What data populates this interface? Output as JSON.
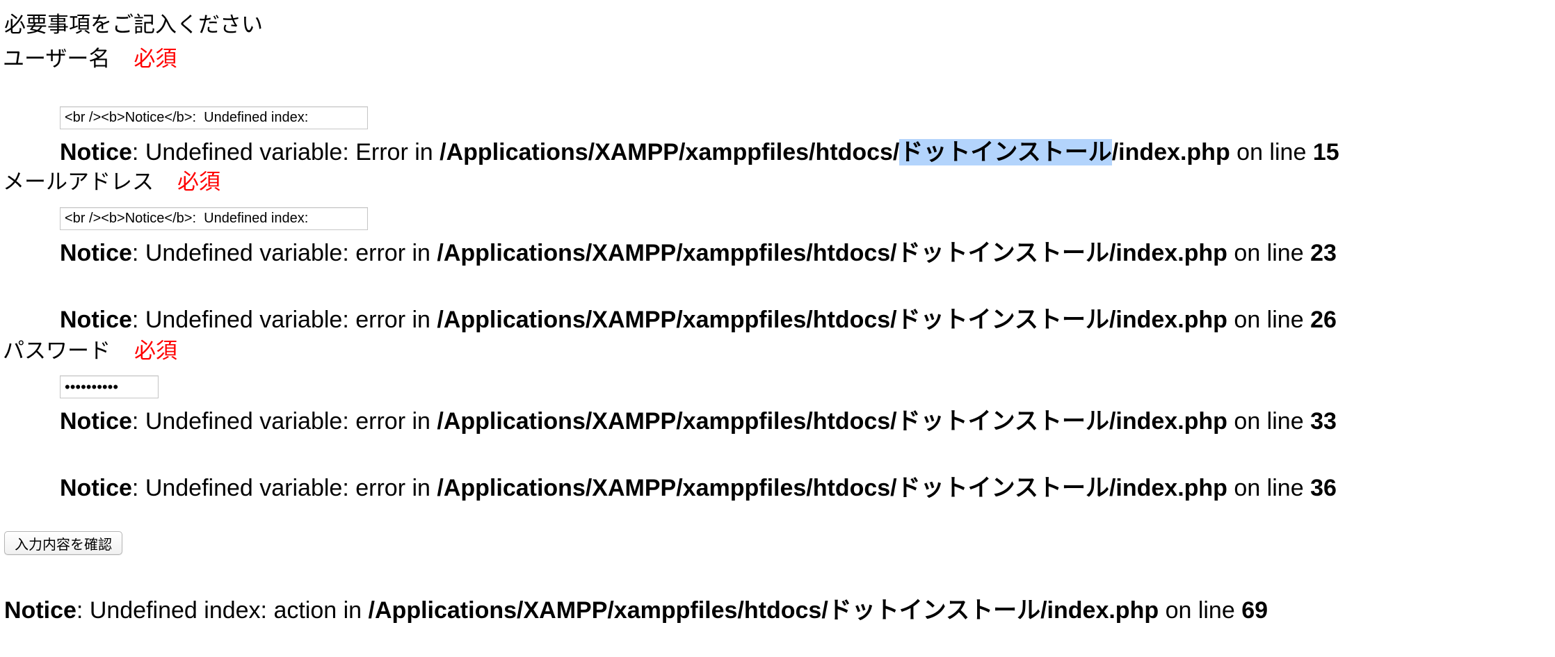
{
  "intro": "必要事項をご記入ください",
  "required_mark": "必須",
  "notice_word": "Notice",
  "in_word": "in",
  "on_line_word": "on line",
  "path_prefix": "/Applications/XAMPP/xamppfiles/htdocs/",
  "path_dir": "ドットインストール",
  "path_suffix": "/index.php",
  "fields": {
    "username": {
      "label": "ユーザー名",
      "value": "<br /><b>Notice</b>:  Undefined index:"
    },
    "email": {
      "label": "メールアドレス",
      "value": "<br /><b>Notice</b>:  Undefined index:"
    },
    "password": {
      "label": "パスワード",
      "value": "••••••••••"
    }
  },
  "notices": [
    {
      "message": ": Undefined variable: Error ",
      "line": "15"
    },
    {
      "message": ": Undefined variable: error ",
      "line": "23"
    },
    {
      "message": ": Undefined variable: error ",
      "line": "26"
    },
    {
      "message": ": Undefined variable: error ",
      "line": "33"
    },
    {
      "message": ": Undefined variable: error ",
      "line": "36"
    }
  ],
  "submit_label": "入力内容を確認",
  "final_notice": {
    "message": ": Undefined index: action ",
    "line": "69"
  }
}
